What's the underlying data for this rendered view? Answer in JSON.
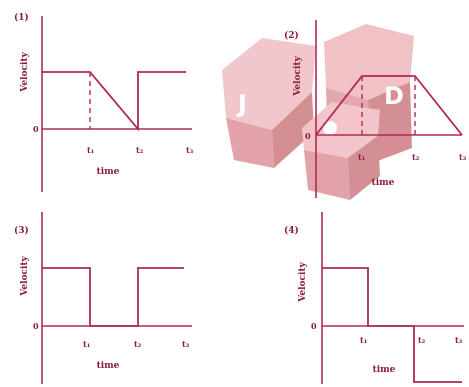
{
  "colors": {
    "line": "#b02a58",
    "text": "#8a1b3a",
    "dice_face": "#e7a3aa",
    "dice_dark": "#c97077",
    "dice_pip": "#ffffff"
  },
  "watermark": {
    "description": "three red dice logo",
    "letters": [
      "J",
      "D"
    ]
  },
  "panels": [
    {
      "label": "(1)",
      "ylabel": "Velocity",
      "xlabel": "time",
      "origin": "0",
      "ticks": [
        "t₁",
        "t₂",
        "t₃"
      ]
    },
    {
      "label": "(2)",
      "ylabel": "Velocity",
      "xlabel": "time",
      "origin": "0",
      "ticks": [
        "t₁",
        "t₂",
        "t₃"
      ]
    },
    {
      "label": "(3)",
      "ylabel": "Velocity",
      "xlabel": "time",
      "origin": "0",
      "ticks": [
        "t₁",
        "t₂",
        "t₃"
      ]
    },
    {
      "label": "(4)",
      "ylabel": "Velocity",
      "xlabel": "time",
      "origin": "0",
      "ticks": [
        "t₁",
        "t₂",
        "t₃"
      ]
    }
  ]
}
